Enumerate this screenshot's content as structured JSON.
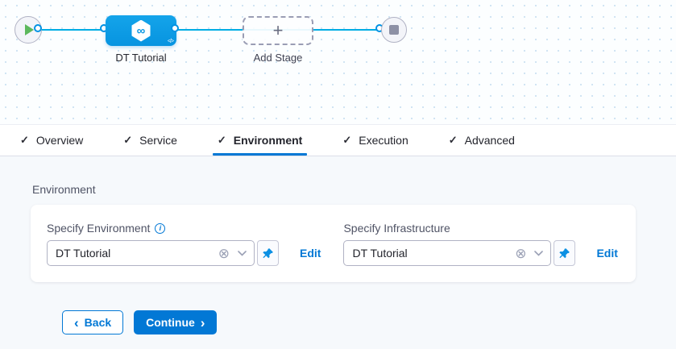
{
  "canvas": {
    "stage": {
      "label": "DT Tutorial"
    },
    "add_stage": {
      "label": "Add Stage"
    }
  },
  "tabs": [
    {
      "label": "Overview",
      "checked": true,
      "active": false
    },
    {
      "label": "Service",
      "checked": true,
      "active": false
    },
    {
      "label": "Environment",
      "checked": true,
      "active": true
    },
    {
      "label": "Execution",
      "checked": true,
      "active": false
    },
    {
      "label": "Advanced",
      "checked": true,
      "active": false
    }
  ],
  "content": {
    "section_title": "Environment",
    "environment_field": {
      "label": "Specify Environment",
      "value": "DT Tutorial",
      "edit": "Edit"
    },
    "infrastructure_field": {
      "label": "Specify Infrastructure",
      "value": "DT Tutorial",
      "edit": "Edit"
    }
  },
  "footer": {
    "back": "Back",
    "continue": "Continue"
  },
  "icons": {
    "check": "✓",
    "plus": "+",
    "infinity": "∞",
    "code": "</>",
    "info": "i",
    "clear": "⊗",
    "back_chevron": "‹",
    "continue_chevron": "›"
  },
  "colors": {
    "primary_blue": "#0278d5",
    "node_blue": "#0b9de4",
    "connector_blue": "#00ade4",
    "success_green": "#5cb85c",
    "border_grey": "#b0b2c4",
    "content_bg": "#f6f9fc"
  }
}
